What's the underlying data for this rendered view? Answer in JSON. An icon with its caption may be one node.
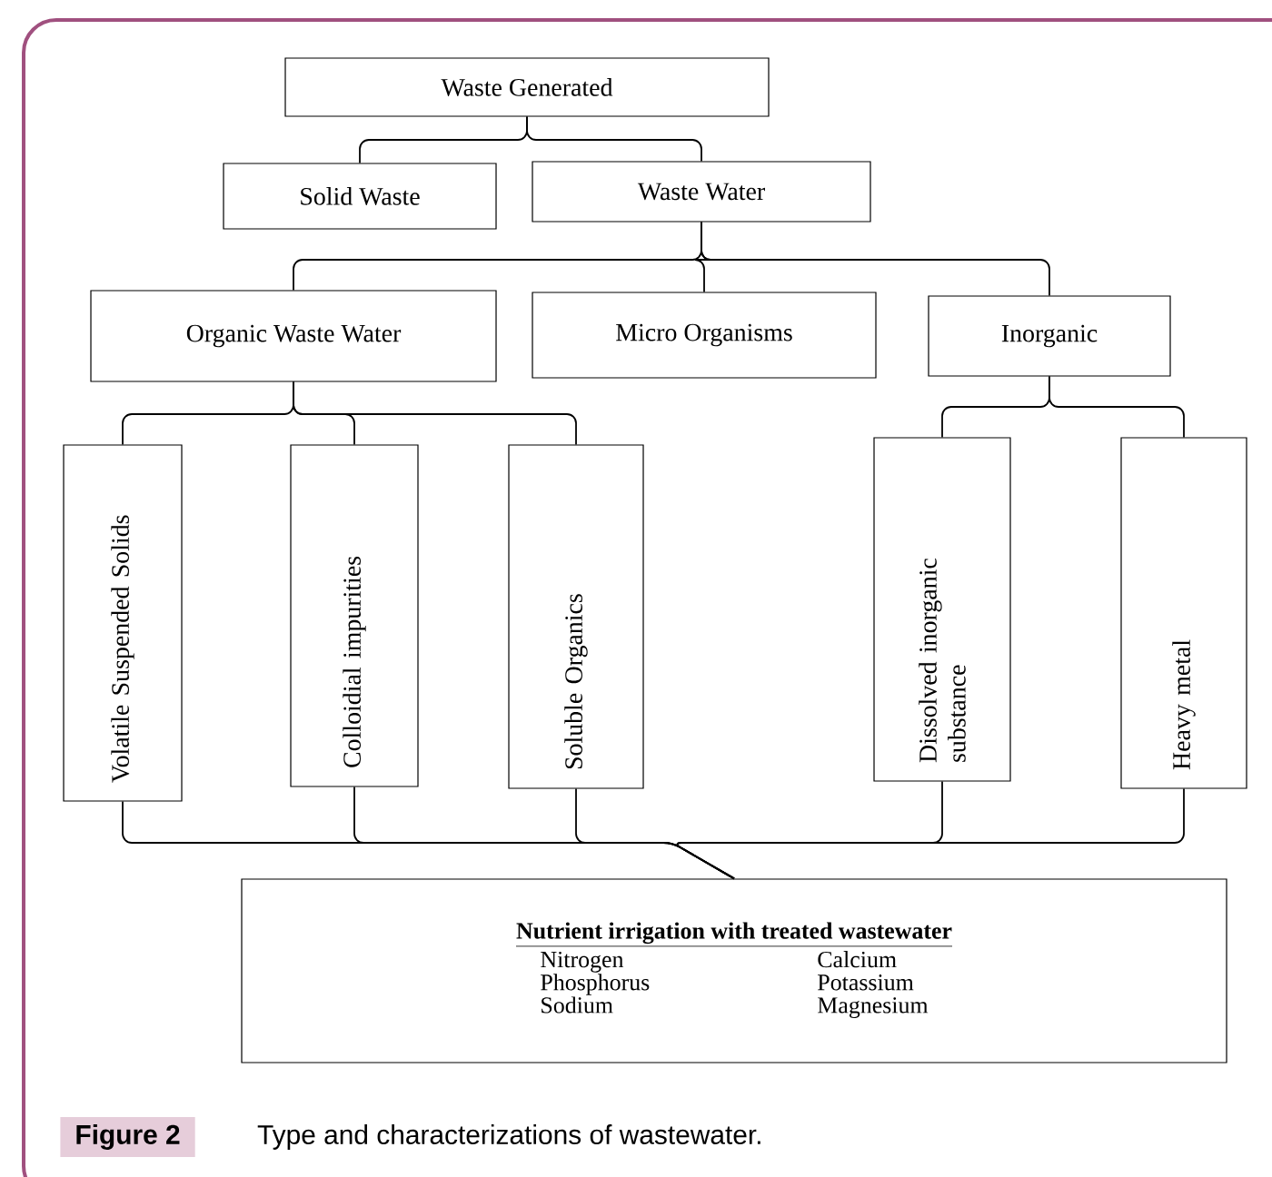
{
  "diagram": {
    "caption": "Type and characterizations of wastewater.",
    "nodes": [
      {
        "text": [
          "Waste Generated"
        ]
      },
      {
        "text": [
          "Solid Waste"
        ]
      },
      {
        "text": [
          "Waste Water"
        ]
      },
      {
        "text": [
          "Organic Waste Water"
        ]
      },
      {
        "text": [
          "Micro Organisms"
        ]
      },
      {
        "text": [
          "Inorganic"
        ]
      },
      {
        "text": [
          "Volatile Suspended Solids"
        ]
      },
      {
        "text": [
          "Colloidial impurities"
        ]
      },
      {
        "text": [
          "Soluble Organics"
        ]
      },
      {
        "text": [
          "Dissolved inorganic substance"
        ]
      },
      {
        "text": [
          "Heavy metal"
        ]
      },
      {
        "text": [
          "Nutrient irrigation with treated wastewater",
          "Nitrogen",
          "Calcium",
          "Phosphorus",
          "Potassium",
          "Sodium",
          "Magnesium"
        ]
      }
    ],
    "edges": [
      {
        "from": 0,
        "to": 1,
        "arrow": "none"
      },
      {
        "from": 0,
        "to": 2,
        "arrow": "none"
      },
      {
        "from": 2,
        "to": 3,
        "arrow": "none"
      },
      {
        "from": 2,
        "to": 4,
        "arrow": "none"
      },
      {
        "from": 2,
        "to": 5,
        "arrow": "none"
      },
      {
        "from": 3,
        "to": 6,
        "arrow": "none"
      },
      {
        "from": 3,
        "to": 7,
        "arrow": "none"
      },
      {
        "from": 3,
        "to": 8,
        "arrow": "none"
      },
      {
        "from": 5,
        "to": 9,
        "arrow": "none"
      },
      {
        "from": 5,
        "to": 10,
        "arrow": "none"
      },
      {
        "from": 6,
        "to": 11,
        "arrow": "none"
      },
      {
        "from": 7,
        "to": 11,
        "arrow": "none"
      },
      {
        "from": 8,
        "to": 11,
        "arrow": "none"
      },
      {
        "from": 9,
        "to": 11,
        "arrow": "none"
      },
      {
        "from": 10,
        "to": 11,
        "arrow": "none"
      }
    ],
    "labels": [
      "Figure 2"
    ]
  }
}
